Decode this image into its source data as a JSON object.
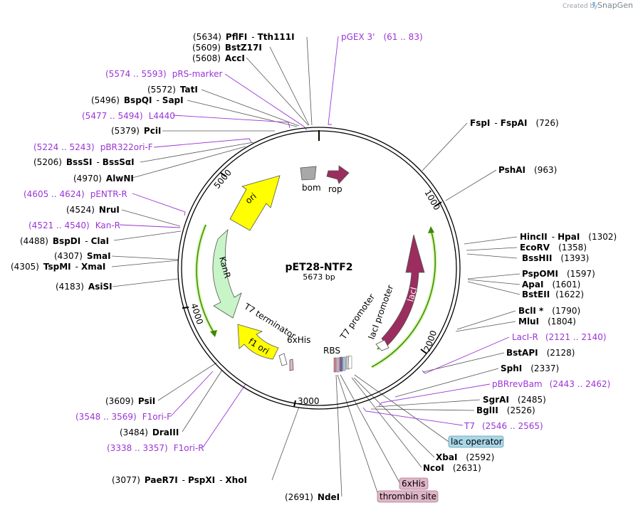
{
  "header": {
    "created_by": "Created by",
    "brand": "SnapGene"
  },
  "plasmid": {
    "name": "pET28-NTF2",
    "length": "5673 bp"
  },
  "ticks": [
    "1000",
    "2000",
    "3000",
    "4000",
    "5000"
  ],
  "features": {
    "bom": "bom",
    "rop": "rop",
    "ori": "ori",
    "kanr": "KanR",
    "laci": "lacI",
    "f1ori": "f1 ori",
    "t7_terminator": "T7 terminator",
    "his_inner": "6xHis",
    "rbs": "RBS",
    "t7_promoter": "T7 promoter",
    "laci_promoter": "lacI promoter"
  },
  "right_labels": [
    {
      "pos": "",
      "name": "FspI",
      "sep": "-",
      "name2": "FspAI",
      "pos2": "(726)"
    },
    {
      "pos": "",
      "name": "PshAI",
      "sep": "",
      "name2": "",
      "pos2": "(963)"
    },
    {
      "pos": "",
      "name": "HincII",
      "sep": "-",
      "name2": "HpaI",
      "pos2": "(1302)"
    },
    {
      "pos": "",
      "name": "EcoRV",
      "sep": "",
      "name2": "",
      "pos2": "(1358)"
    },
    {
      "pos": "",
      "name": "BssHII",
      "sep": "",
      "name2": "",
      "pos2": "(1393)"
    },
    {
      "pos": "",
      "name": "PspOMI",
      "sep": "",
      "name2": "",
      "pos2": "(1597)"
    },
    {
      "pos": "",
      "name": "ApaI",
      "sep": "",
      "name2": "",
      "pos2": "(1601)"
    },
    {
      "pos": "",
      "name": "BstEII",
      "sep": "",
      "name2": "",
      "pos2": "(1622)"
    },
    {
      "pos": "",
      "name": "BclI *",
      "sep": "",
      "name2": "",
      "pos2": "(1790)"
    },
    {
      "pos": "",
      "name": "MluI",
      "sep": "",
      "name2": "",
      "pos2": "(1804)"
    },
    {
      "pos": "",
      "name": "BstAPI",
      "sep": "",
      "name2": "",
      "pos2": "(2128)"
    },
    {
      "pos": "",
      "name": "SphI",
      "sep": "",
      "name2": "",
      "pos2": "(2337)"
    },
    {
      "pos": "",
      "name": "SgrAI",
      "sep": "",
      "name2": "",
      "pos2": "(2485)"
    },
    {
      "pos": "",
      "name": "BglII",
      "sep": "",
      "name2": "",
      "pos2": "(2526)"
    },
    {
      "pos": "",
      "name": "XbaI",
      "sep": "",
      "name2": "",
      "pos2": "(2592)"
    },
    {
      "pos": "",
      "name": "NcoI",
      "sep": "",
      "name2": "",
      "pos2": "(2631)"
    }
  ],
  "left_labels": [
    {
      "pos": "(5634)",
      "name": "PflFI",
      "sep": "-",
      "name2": "Tth111I"
    },
    {
      "pos": "(5609)",
      "name": "BstZ17I",
      "sep": "",
      "name2": ""
    },
    {
      "pos": "(5608)",
      "name": "AccI",
      "sep": "",
      "name2": ""
    },
    {
      "pos": "(5572)",
      "name": "TatI",
      "sep": "",
      "name2": ""
    },
    {
      "pos": "(5496)",
      "name": "BspQI",
      "sep": "-",
      "name2": "SapI"
    },
    {
      "pos": "(5379)",
      "name": "PciI",
      "sep": "",
      "name2": ""
    },
    {
      "pos": "(5206)",
      "name": "BssSI",
      "sep": "-",
      "name2": "BssSαI"
    },
    {
      "pos": "(4970)",
      "name": "AlwNI",
      "sep": "",
      "name2": ""
    },
    {
      "pos": "(4524)",
      "name": "NruI",
      "sep": "",
      "name2": ""
    },
    {
      "pos": "(4488)",
      "name": "BspDI",
      "sep": "-",
      "name2": "ClaI"
    },
    {
      "pos": "(4307)",
      "name": "SmaI",
      "sep": "",
      "name2": ""
    },
    {
      "pos": "(4305)",
      "name": "TspMI",
      "sep": "-",
      "name2": "XmaI"
    },
    {
      "pos": "(4183)",
      "name": "AsiSI",
      "sep": "",
      "name2": ""
    },
    {
      "pos": "(3609)",
      "name": "PsiI",
      "sep": "",
      "name2": ""
    },
    {
      "pos": "(3484)",
      "name": "DraIII",
      "sep": "",
      "name2": ""
    },
    {
      "pos": "(3077)",
      "name": "PaeR7I",
      "sep": "-",
      "name2": "PspXI",
      "name3": "XhoI"
    },
    {
      "pos": "(2691)",
      "name": "NdeI",
      "sep": "",
      "name2": ""
    }
  ],
  "primers": {
    "pgex3": {
      "name": "pGEX 3'",
      "range": "(61 .. 83)"
    },
    "prs": {
      "range": "(5574 .. 5593)",
      "name": "pRS-marker"
    },
    "l4440": {
      "range": "(5477 .. 5494)",
      "name": "L4440"
    },
    "pbr322": {
      "range": "(5224 .. 5243)",
      "name": "pBR322ori-F"
    },
    "pentr": {
      "range": "(4605 .. 4624)",
      "name": "pENTR-R"
    },
    "kanr": {
      "range": "(4521 .. 4540)",
      "name": "Kan-R"
    },
    "f1orif": {
      "range": "(3548 .. 3569)",
      "name": "F1ori-F"
    },
    "f1orir": {
      "range": "(3338 .. 3357)",
      "name": "F1ori-R"
    },
    "lacir": {
      "name": "LacI-R",
      "range": "(2121 .. 2140)"
    },
    "pbrrev": {
      "name": "pBRrevBam",
      "range": "(2443 .. 2462)"
    },
    "t7": {
      "name": "T7",
      "range": "(2546 .. 2565)"
    }
  },
  "boxes": {
    "lac_operator": "lac operator",
    "his_tag": "6xHis",
    "thrombin": "thrombin site"
  },
  "colors": {
    "primer": "#9a35d6",
    "ori": "#ffff00",
    "kanr": "#c8f5c8",
    "laci": "#9b2d5f",
    "rop": "#9b2d5f",
    "bom": "#a8a8a8",
    "lac_operator_box": "#a8d8e8",
    "his_box": "#e0b5c8",
    "arrow_green": "#3a8a00"
  }
}
